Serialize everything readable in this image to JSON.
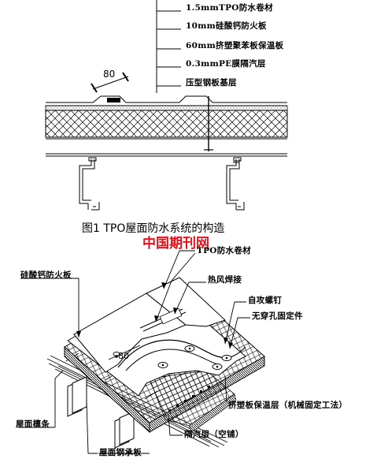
{
  "top_diagram": {
    "dimension": "80",
    "layer_labels": [
      "1.5mmTPO防水卷材",
      "10mm硅酸钙防火板",
      "60mm挤塑聚苯板保温板",
      "0.3mmPE膜隔汽层",
      "压型钢板基层"
    ]
  },
  "caption": "图1 TPO屋面防水系统的构造",
  "watermark": {
    "text": "中国期刊网",
    "color": "#e8101a"
  },
  "bottom_diagram": {
    "dimension": "80",
    "labels": {
      "tpo": "TPO防水卷材",
      "calcium_board": "硅酸钙防火板",
      "hot_air_weld": "热风焊接",
      "self_tapping_screw": "自攻螺钉",
      "fastener": "无穿孔固定件",
      "xps_insulation": "挤塑板保温层（机械固定工法）",
      "purlin": "屋面檩条",
      "vapor_barrier": "隔汽层（空铺）",
      "steel_deck": "屋面钢承板"
    }
  }
}
